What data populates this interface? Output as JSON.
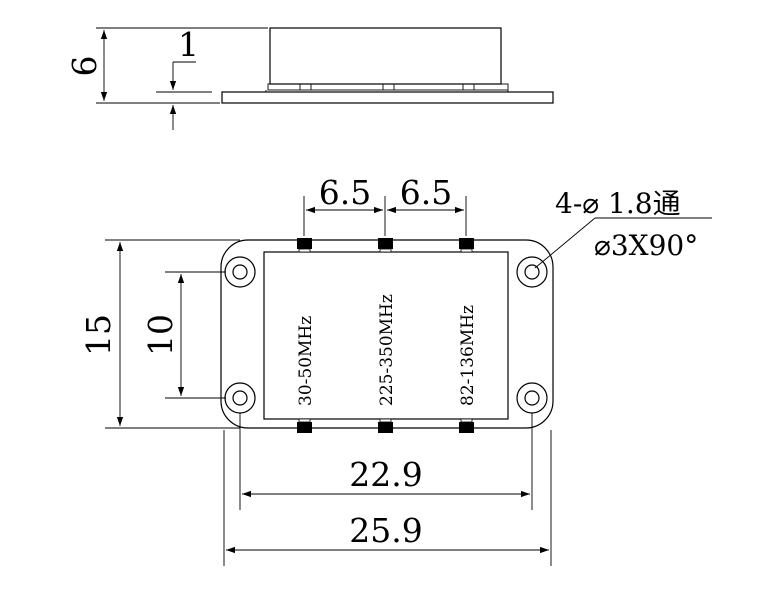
{
  "side_view": {
    "height_dim": "6",
    "flange_dim": "1"
  },
  "top_view": {
    "pin_spacing_left": "6.5",
    "pin_spacing_right": "6.5",
    "hole_note_line1": "4-⌀ 1.8通",
    "hole_note_line2": "⌀3X90°",
    "outer_height_dim": "15",
    "hole_spacing_dim": "10",
    "hole_center_dim": "22.9",
    "outer_width_dim": "25.9",
    "band_labels": [
      "30-50MHz",
      "225-350MHz",
      "82-136MHz"
    ]
  }
}
